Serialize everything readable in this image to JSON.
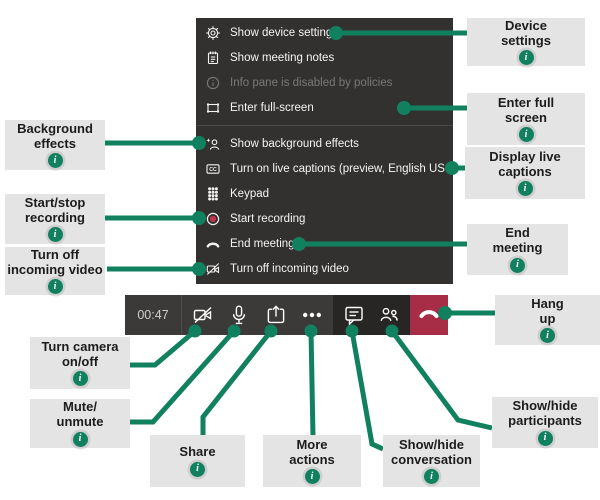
{
  "menu": {
    "items": [
      {
        "label": "Show device settings",
        "icon": "gear-icon",
        "disabled": false
      },
      {
        "label": "Show meeting notes",
        "icon": "notes-icon",
        "disabled": false
      },
      {
        "label": "Info pane is disabled by policies",
        "icon": "info-icon",
        "disabled": true
      },
      {
        "label": "Enter full-screen",
        "icon": "fullscreen-icon",
        "disabled": false
      },
      {
        "label": "Show background effects",
        "icon": "background-effects-icon",
        "disabled": false
      },
      {
        "label": "Turn on live captions (preview, English US only)",
        "icon": "cc-icon",
        "disabled": false
      },
      {
        "label": "Keypad",
        "icon": "keypad-icon",
        "disabled": false
      },
      {
        "label": "Start recording",
        "icon": "record-icon",
        "disabled": false
      },
      {
        "label": "End meeting",
        "icon": "handset-icon",
        "disabled": false
      },
      {
        "label": "Turn off incoming video",
        "icon": "camera-off-icon",
        "disabled": false
      }
    ]
  },
  "toolbar": {
    "timer": "00:47"
  },
  "callouts": {
    "device_settings": {
      "label": "Device\nsettings"
    },
    "enter_full_screen": {
      "label": "Enter full\nscreen"
    },
    "display_live_captions": {
      "label": "Display live\ncaptions"
    },
    "end_meeting": {
      "label": "End\nmeeting"
    },
    "hang_up": {
      "label": "Hang\nup"
    },
    "background_effects": {
      "label": "Background\neffects"
    },
    "start_stop_recording": {
      "label": "Start/stop\nrecording"
    },
    "turn_off_incoming_video": {
      "label": "Turn off\nincoming video"
    },
    "turn_camera": {
      "label": "Turn camera\non/off"
    },
    "mute_unmute": {
      "label": "Mute/\nunmute"
    },
    "share": {
      "label": "Share"
    },
    "more_actions": {
      "label": "More\nactions"
    },
    "show_hide_conversation": {
      "label": "Show/hide\nconversation"
    },
    "show_hide_participants": {
      "label": "Show/hide\nparticipants"
    }
  },
  "info_icon": {
    "glyph": "i"
  },
  "colors": {
    "accent_green": "#11805F",
    "hangup_red": "#A72D46",
    "record_red": "#C4314B",
    "menu_bg": "#323130",
    "toolbar_bg": "#3B3A39",
    "toolbar_dark_bg": "#272625",
    "callout_bg": "#E4E4E4"
  }
}
